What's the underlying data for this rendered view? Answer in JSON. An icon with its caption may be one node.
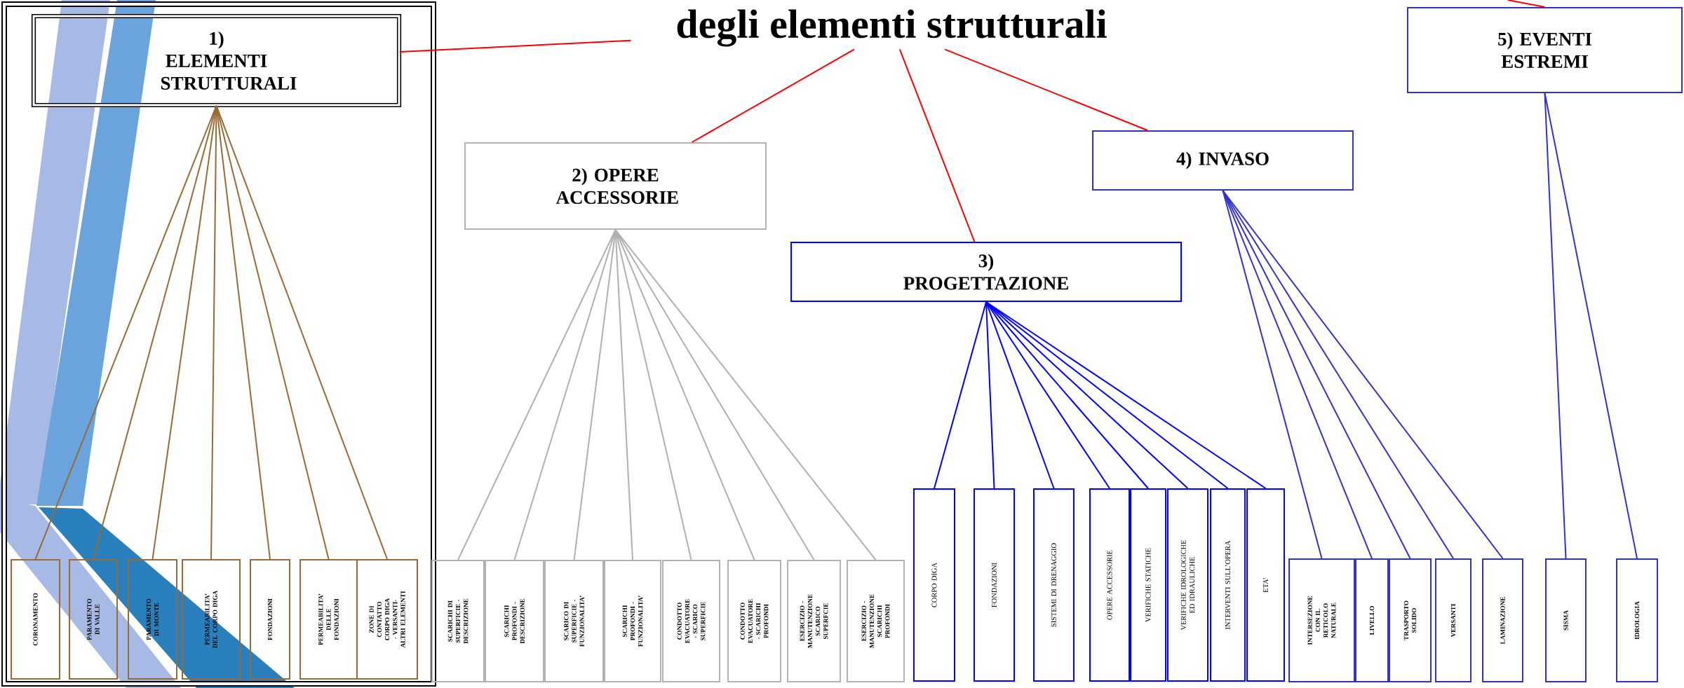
{
  "diagram": {
    "nodes": [
      {
        "text": [
          "degli elementi strutturali"
        ]
      },
      {
        "text": [
          "1) ELEMENTI STRUTTURALI"
        ]
      },
      {
        "text": [
          "2) OPERE ACCESSORIE"
        ]
      },
      {
        "text": [
          "3) PROGETTAZIONE"
        ]
      },
      {
        "text": [
          "4) INVASO"
        ]
      },
      {
        "text": [
          "5) EVENTI ESTREMI"
        ]
      },
      {
        "text": [
          "CORONAMENTO"
        ]
      },
      {
        "text": [
          "PARAMENTO DI VALLE"
        ]
      },
      {
        "text": [
          "PARAMENTO DI MONTE"
        ]
      },
      {
        "text": [
          "PERMEABILITA’ DEL CORPO DIGA"
        ]
      },
      {
        "text": [
          "FONDAZIONI"
        ]
      },
      {
        "text": [
          "PERMEABILITA’ DELLE FONDAZIONI"
        ]
      },
      {
        "text": [
          "ZONE DI CONTATTO CORPO DIGA - VERSANTI- ALTRI ELEMENTI"
        ]
      },
      {
        "text": [
          "SCARICHI DI SUPERFICIE - DESCRIZIONE"
        ]
      },
      {
        "text": [
          "SCARICHI PROFONDI - DESCRIZIONE"
        ]
      },
      {
        "text": [
          "SCARICO DI SUPERFICIE - FUNZIONALITA’"
        ]
      },
      {
        "text": [
          "SCARICHI PROFONDI - FUNZIONALITA’"
        ]
      },
      {
        "text": [
          "CONDOTTO EVACUATORE - SCARICO SUPERFICIE"
        ]
      },
      {
        "text": [
          "CONDOTTO EVACUATORE - SCARICHI PROFONDI"
        ]
      },
      {
        "text": [
          "ESERCIZIO - MANUTENZIONE SCARICO SUPERFCIE"
        ]
      },
      {
        "text": [
          "ESERCIZIO - MANUTENZIONE SCARICHI PROFONDI"
        ]
      },
      {
        "text": [
          "CORPO DIGA"
        ]
      },
      {
        "text": [
          "FONDAZIONI"
        ]
      },
      {
        "text": [
          "SISTEMI DI DRENAGGIO"
        ]
      },
      {
        "text": [
          "OPERE ACCESSORIE"
        ]
      },
      {
        "text": [
          "VERIFICHE STATICHE"
        ]
      },
      {
        "text": [
          "VERIFICHE IDROLOGICHE ED IDRAULICHE"
        ]
      },
      {
        "text": [
          "INTERVENTI SULL’OPERA"
        ]
      },
      {
        "text": [
          "ETA’"
        ]
      },
      {
        "text": [
          "INTERSEZIONE CON IL RETICOLO NATURALE"
        ]
      },
      {
        "text": [
          "LIVELLO"
        ]
      },
      {
        "text": [
          "TRASPORTO SOLIDO"
        ]
      },
      {
        "text": [
          "VERSANTI"
        ]
      },
      {
        "text": [
          "LAMINAZIONE"
        ]
      },
      {
        "text": [
          "SISMA"
        ]
      },
      {
        "text": [
          "IDROLOGIA"
        ]
      }
    ],
    "edges": [
      {
        "from": 0,
        "to": 1,
        "arrow": "none",
        "color": "#ff0000"
      },
      {
        "from": 0,
        "to": 2,
        "arrow": "none",
        "color": "#ff0000"
      },
      {
        "from": 0,
        "to": 3,
        "arrow": "none",
        "color": "#ff0000"
      },
      {
        "from": 0,
        "to": 4,
        "arrow": "none",
        "color": "#ff0000"
      },
      {
        "from": null,
        "to": 5,
        "arrow": "none",
        "color": "#ff0000"
      },
      {
        "from": 1,
        "to": 6,
        "arrow": "none",
        "color": "#9a6a35"
      },
      {
        "from": 1,
        "to": 7,
        "arrow": "none",
        "color": "#9a6a35"
      },
      {
        "from": 1,
        "to": 8,
        "arrow": "none",
        "color": "#9a6a35"
      },
      {
        "from": 1,
        "to": 9,
        "arrow": "none",
        "color": "#9a6a35"
      },
      {
        "from": 1,
        "to": 10,
        "arrow": "none",
        "color": "#9a6a35"
      },
      {
        "from": 1,
        "to": 11,
        "arrow": "none",
        "color": "#9a6a35"
      },
      {
        "from": 1,
        "to": 12,
        "arrow": "none",
        "color": "#9a6a35"
      },
      {
        "from": 2,
        "to": 13,
        "arrow": "none",
        "color": "#b0b0b0"
      },
      {
        "from": 2,
        "to": 14,
        "arrow": "none",
        "color": "#b0b0b0"
      },
      {
        "from": 2,
        "to": 15,
        "arrow": "none",
        "color": "#b0b0b0"
      },
      {
        "from": 2,
        "to": 16,
        "arrow": "none",
        "color": "#b0b0b0"
      },
      {
        "from": 2,
        "to": 17,
        "arrow": "none",
        "color": "#b0b0b0"
      },
      {
        "from": 2,
        "to": 18,
        "arrow": "none",
        "color": "#b0b0b0"
      },
      {
        "from": 2,
        "to": 19,
        "arrow": "none",
        "color": "#b0b0b0"
      },
      {
        "from": 2,
        "to": 20,
        "arrow": "none",
        "color": "#b0b0b0"
      },
      {
        "from": 3,
        "to": 21,
        "arrow": "none",
        "color": "#0000ff"
      },
      {
        "from": 3,
        "to": 22,
        "arrow": "none",
        "color": "#0000ff"
      },
      {
        "from": 3,
        "to": 23,
        "arrow": "none",
        "color": "#0000ff"
      },
      {
        "from": 3,
        "to": 24,
        "arrow": "none",
        "color": "#0000ff"
      },
      {
        "from": 3,
        "to": 25,
        "arrow": "none",
        "color": "#0000ff"
      },
      {
        "from": 3,
        "to": 26,
        "arrow": "none",
        "color": "#0000ff"
      },
      {
        "from": 3,
        "to": 27,
        "arrow": "none",
        "color": "#0000ff"
      },
      {
        "from": 3,
        "to": 28,
        "arrow": "none",
        "color": "#0000ff"
      },
      {
        "from": 4,
        "to": 29,
        "arrow": "none",
        "color": "#3333cc"
      },
      {
        "from": 4,
        "to": 30,
        "arrow": "none",
        "color": "#3333cc"
      },
      {
        "from": 4,
        "to": 31,
        "arrow": "none",
        "color": "#3333cc"
      },
      {
        "from": 4,
        "to": 32,
        "arrow": "none",
        "color": "#3333cc"
      },
      {
        "from": 4,
        "to": 33,
        "arrow": "none",
        "color": "#3333cc"
      },
      {
        "from": 5,
        "to": 34,
        "arrow": "none",
        "color": "#3333cc"
      },
      {
        "from": 5,
        "to": 35,
        "arrow": "none",
        "color": "#3333cc"
      }
    ]
  }
}
